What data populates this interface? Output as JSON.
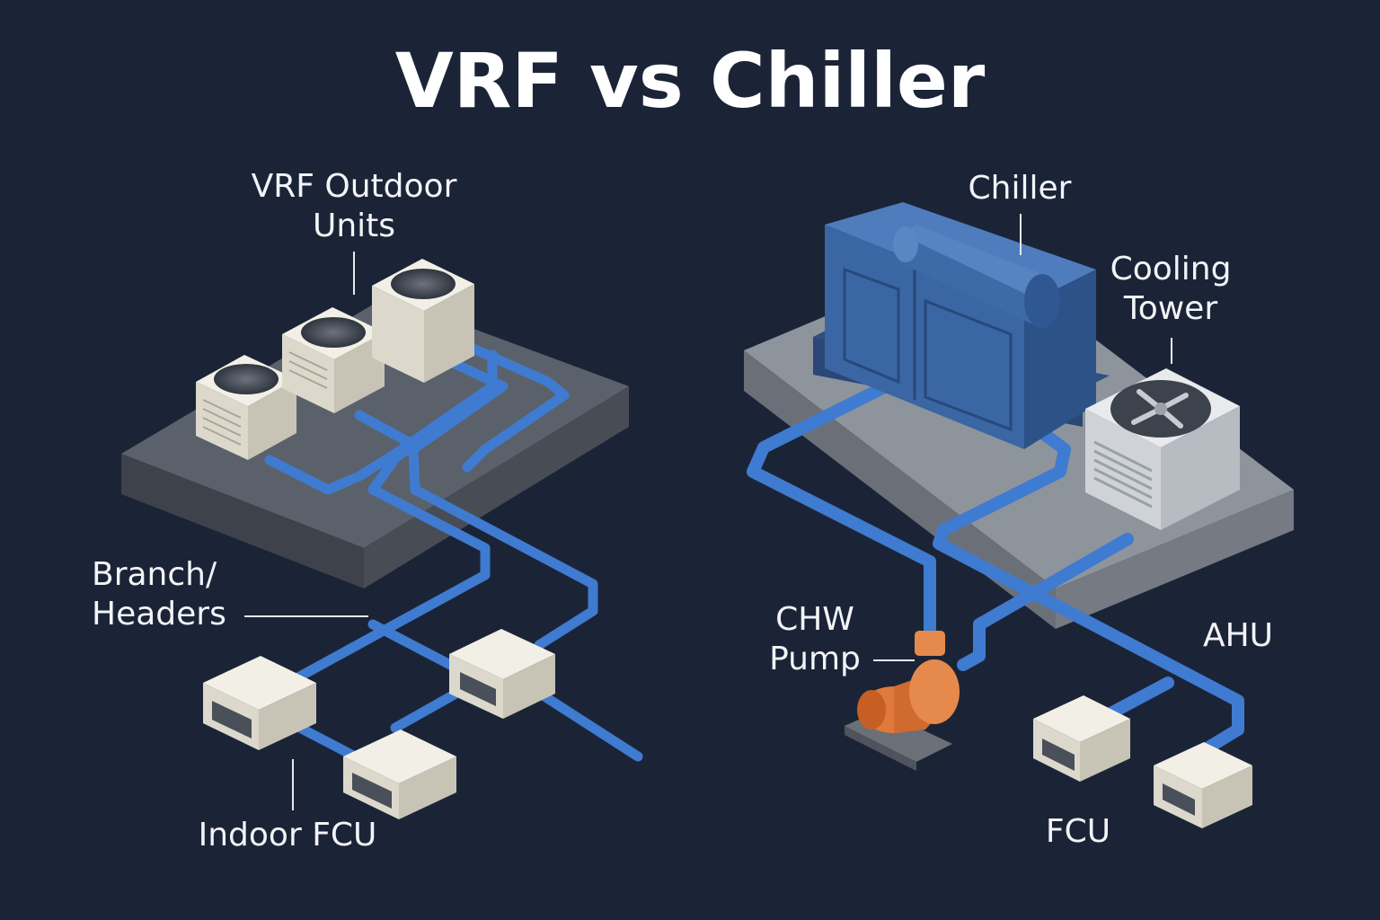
{
  "title": "VRF vs Chiller",
  "vrf": {
    "outdoor_label": "VRF Outdoor\nUnits",
    "branch_label": "Branch/\nHeaders",
    "indoor_label": "Indoor FCU"
  },
  "chiller": {
    "chiller_label": "Chiller",
    "tower_label": "Cooling\nTower",
    "pump_label": "CHW\nPump",
    "ahu_label": "AHU",
    "fcu_label": "FCU"
  },
  "colors": {
    "background": "#1b2437",
    "pipe": "#3f7bd0",
    "chiller_body": "#3a66a3",
    "pump": "#e07a3c",
    "unit": "#e9e7dc",
    "slab_vrf": "#5b616b",
    "slab_chiller": "#8e949c"
  }
}
